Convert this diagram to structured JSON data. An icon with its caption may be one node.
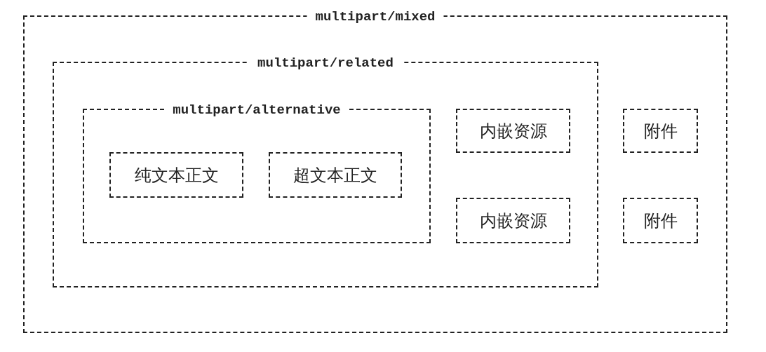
{
  "diagram": {
    "nodes": [
      {
        "text": [
          "multipart/mixed"
        ]
      },
      {
        "text": [
          "multipart/related"
        ],
        "in": 0
      },
      {
        "text": [
          "multipart/alternative"
        ],
        "in": 1
      },
      {
        "text": [
          "纯文本正文"
        ],
        "in": 2
      },
      {
        "text": [
          "超文本正文"
        ],
        "in": 2
      },
      {
        "text": [
          "内嵌资源"
        ],
        "in": 1
      },
      {
        "text": [
          "内嵌资源"
        ],
        "in": 1
      },
      {
        "text": [
          "附件"
        ],
        "in": 0
      },
      {
        "text": [
          "附件"
        ],
        "in": 0
      }
    ]
  }
}
